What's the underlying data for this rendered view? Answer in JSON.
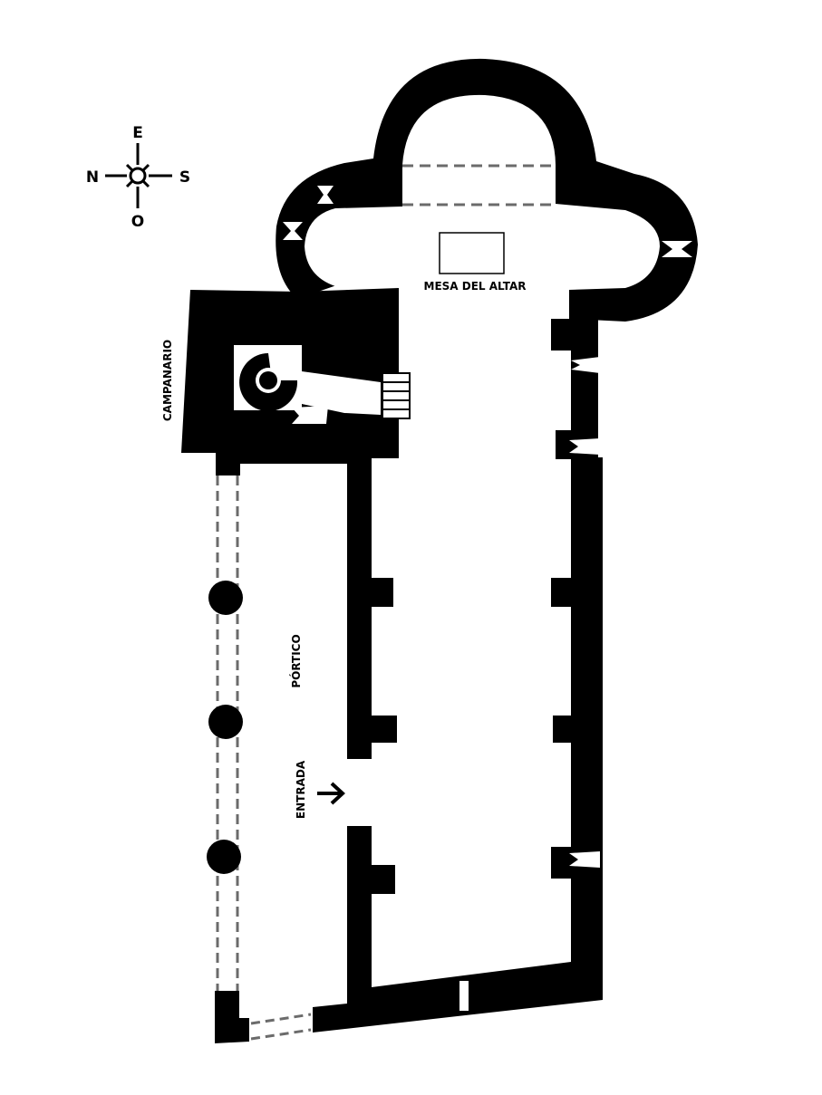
{
  "compass": {
    "north": "N",
    "south": "S",
    "east": "E",
    "west": "O"
  },
  "labels": {
    "altar": "MESA DEL ALTAR",
    "bell_tower": "CAMPANARIO",
    "portico": "PÓRTICO",
    "entrance": "ENTRADA"
  },
  "colors": {
    "wall": "#000000",
    "dashed_outline": "#6b6b6b",
    "background": "#ffffff"
  }
}
